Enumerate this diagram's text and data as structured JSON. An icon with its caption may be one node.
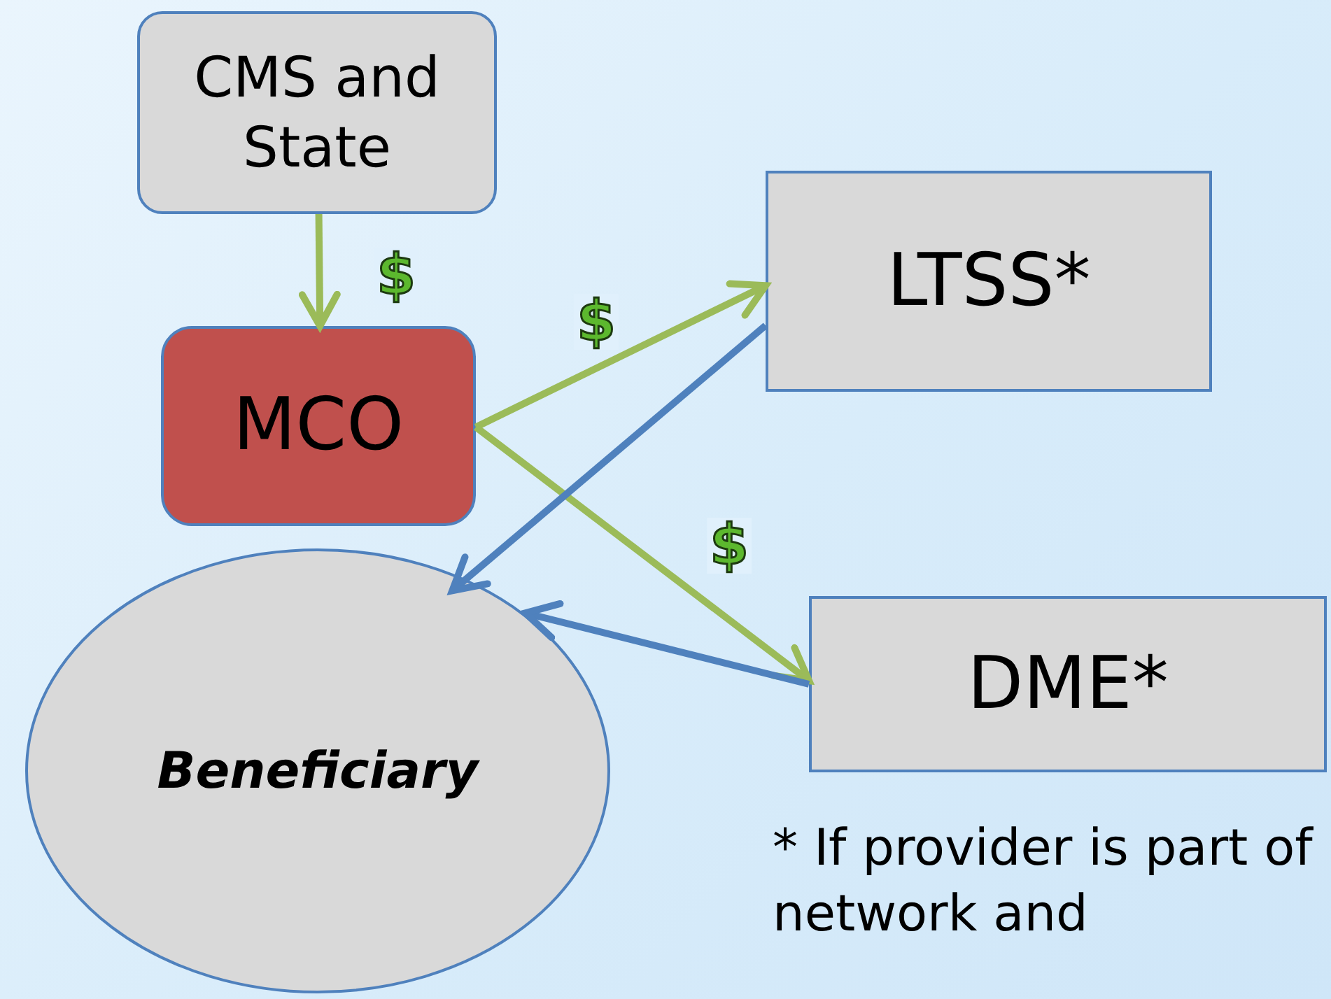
{
  "diagram": {
    "nodes": [
      {
        "text": [
          "CMS and State"
        ]
      },
      {
        "text": [
          "MCO"
        ]
      },
      {
        "text": [
          "LTSS*"
        ]
      },
      {
        "text": [
          "DME*"
        ]
      },
      {
        "text": [
          "Beneficiary"
        ]
      }
    ],
    "edges": [
      {
        "from": 0,
        "to": 1,
        "arrow": "to",
        "label": "$"
      },
      {
        "from": 1,
        "to": 2,
        "arrow": "to",
        "label": "$"
      },
      {
        "from": 1,
        "to": 3,
        "arrow": "to",
        "label": "$"
      },
      {
        "from": 2,
        "to": 4,
        "arrow": "to",
        "color": "#4f81bd"
      },
      {
        "from": 3,
        "to": 4,
        "arrow": "to",
        "color": "#4f81bd"
      }
    ],
    "labels": [
      "* If provider is part of network and"
    ]
  }
}
